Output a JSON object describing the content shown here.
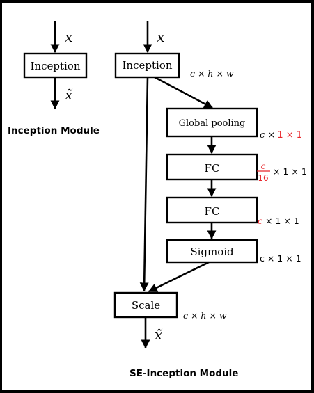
{
  "left_module": {
    "input_symbol": "x",
    "block_label": "Inception",
    "output_symbol": "x̃",
    "caption": "Inception Module"
  },
  "right_module": {
    "input_symbol": "x",
    "blocks": {
      "inception": "Inception",
      "global_pooling": "Global pooling",
      "fc1": "FC",
      "fc2": "FC",
      "sigmoid": "Sigmoid",
      "scale": "Scale"
    },
    "dims": {
      "inception_out": "c × h × w",
      "pooling_c": "c ×",
      "pooling_rest": "1 × 1",
      "fc1_num": "c",
      "fc1_den": "16",
      "fc1_rest": "× 1 × 1",
      "fc2_c": "c",
      "fc2_rest": " × 1 × 1",
      "sigmoid_out": "c × 1 × 1",
      "scale_out": "c × h × w"
    },
    "output_symbol": "x̃",
    "caption": "SE-Inception Module"
  },
  "colors": {
    "accent_red": "#e8262b",
    "frame": "#000000",
    "background": "#ffffff"
  }
}
